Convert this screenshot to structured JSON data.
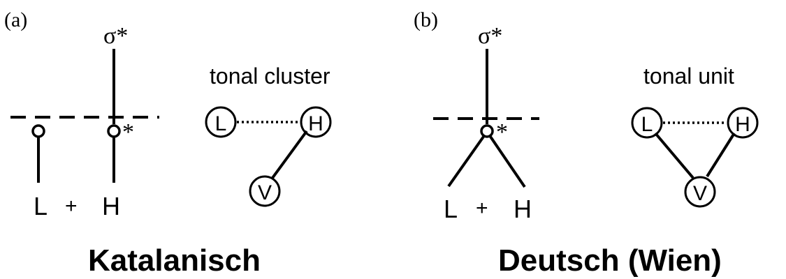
{
  "panels": [
    {
      "label": "(a)",
      "stressed_syllable": "σ*",
      "anchor_star": "*",
      "tones": {
        "low": "L",
        "plus": "+",
        "high": "H"
      },
      "unit_title": "tonal cluster",
      "nodes": {
        "low": "L",
        "high": "H",
        "vowel": "V"
      },
      "caption": "Katalanisch"
    },
    {
      "label": "(b)",
      "stressed_syllable": "σ*",
      "anchor_star": "*",
      "tones": {
        "low": "L",
        "plus": "+",
        "high": "H"
      },
      "unit_title": "tonal unit",
      "nodes": {
        "low": "L",
        "high": "H",
        "vowel": "V"
      },
      "caption": "Deutsch (Wien)"
    }
  ]
}
